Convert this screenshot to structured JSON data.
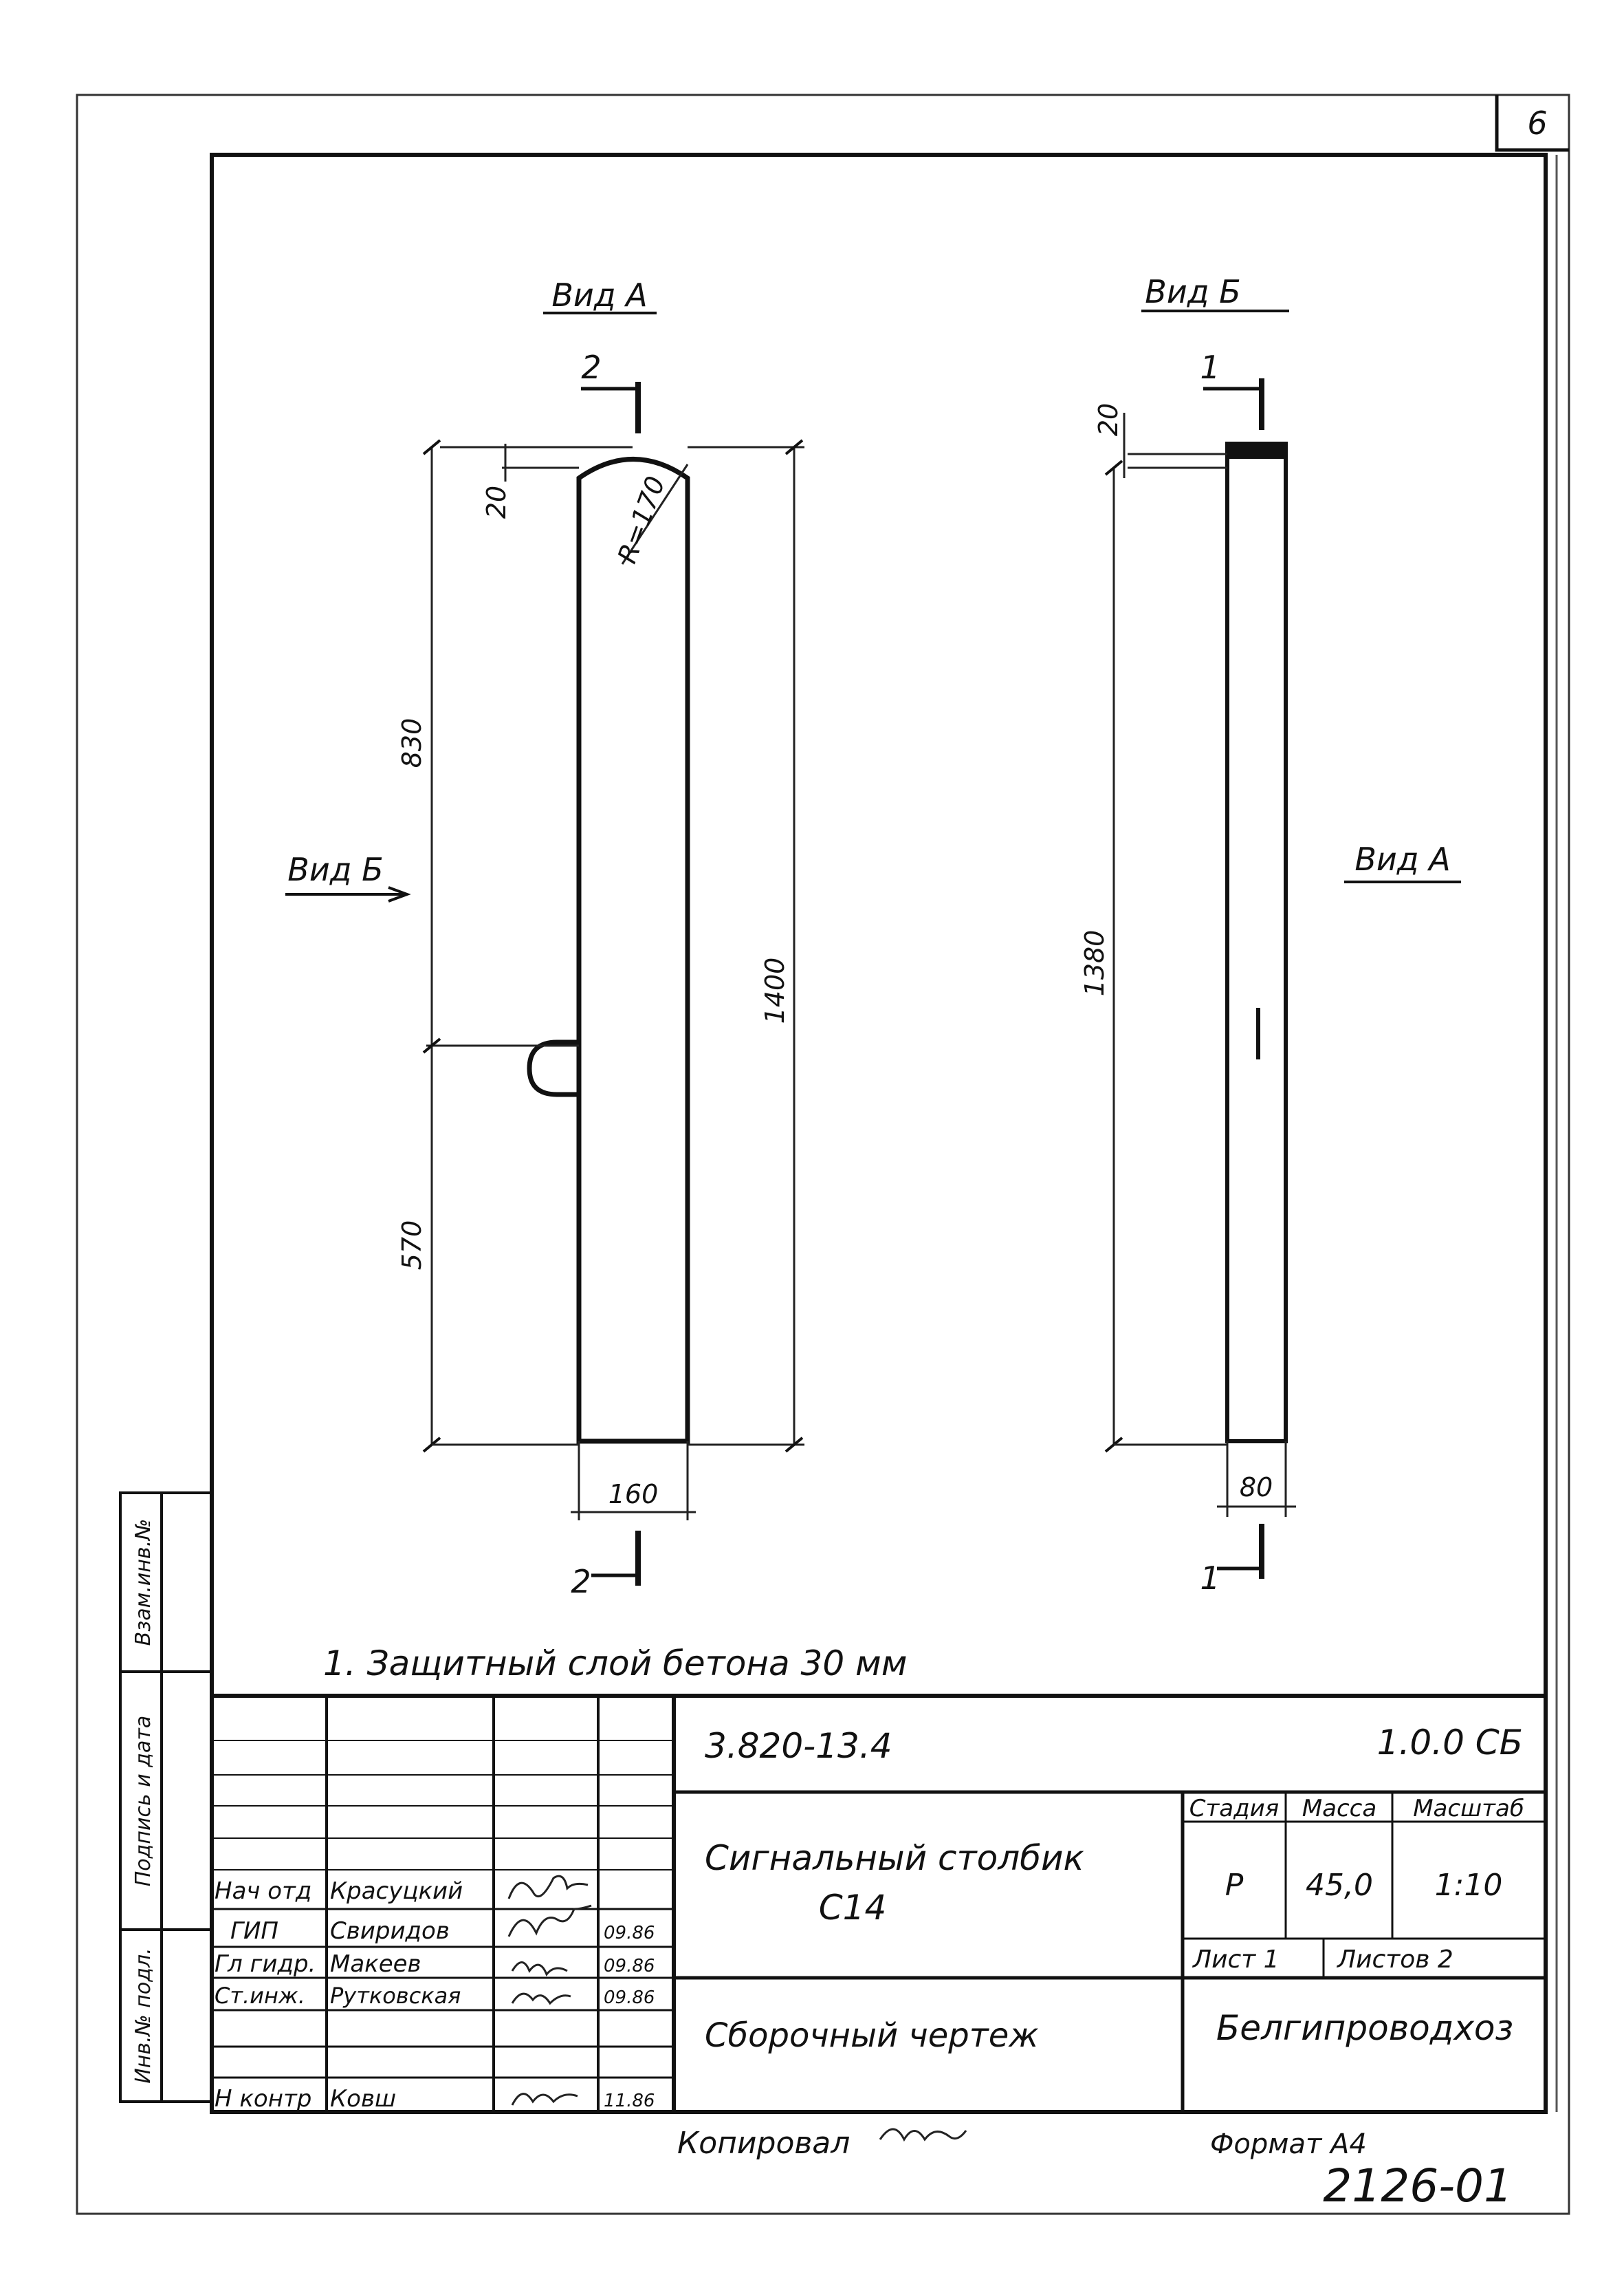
{
  "sheet_number": "6",
  "views": {
    "view_a_title": "Вид А",
    "view_b_title": "Вид Б",
    "left_arrow_label": "Вид Б",
    "right_arrow_label": "Вид А"
  },
  "view_a": {
    "section_top": "2",
    "section_bottom": "2",
    "dim_top": "20",
    "dim_radius": "R=170",
    "dim_upper": "830",
    "dim_lower": "570",
    "dim_total": "1400",
    "dim_width": "160"
  },
  "view_b": {
    "section_top": "1",
    "section_bottom": "1",
    "dim_top": "20",
    "dim_total": "1380",
    "dim_width": "80"
  },
  "note": "1. Защитный слой бетона 30 мм",
  "side_stamps": {
    "inv_zam": "Взам.инв.№",
    "podpis_data": "Подпись и дата",
    "inv_podl": "Инв.№ подл."
  },
  "title_block": {
    "doc_code": "3.820-13.4",
    "doc_suffix": "1.0.0 СБ",
    "name_line1": "Сигнальный столбик",
    "name_line2": "С14",
    "drawing_type": "Сборочный чертеж",
    "stage_header": "Стадия",
    "mass_header": "Масса",
    "scale_header": "Масштаб",
    "stage_value": "Р",
    "mass_value": "45,0",
    "scale_value": "1:10",
    "sheet_label": "Лист 1",
    "sheets_label": "Листов 2",
    "organization": "Белгипроводхоз",
    "staff": [
      {
        "role": "Нач отд",
        "name": "Красуцкий",
        "date": ""
      },
      {
        "role": "ГИП",
        "name": "Свиридов",
        "date": "09.86"
      },
      {
        "role": "Гл гидр.",
        "name": "Макеев",
        "date": "09.86"
      },
      {
        "role": "Ст.инж.",
        "name": "Рутковская",
        "date": "09.86"
      },
      {
        "role": "Н контр",
        "name": "Ковш",
        "date": "11.86"
      }
    ]
  },
  "footer": {
    "copied_by": "Копировал",
    "format": "Формат А4",
    "archive_number": "2126-01"
  }
}
